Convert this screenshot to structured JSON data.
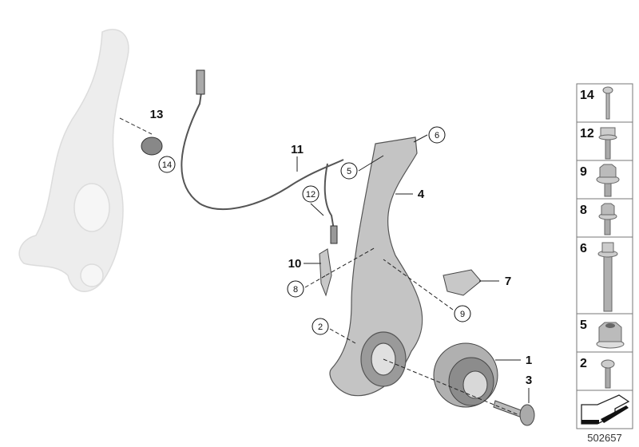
{
  "diagram": {
    "reference_number": "502657",
    "callouts": [
      {
        "id": "13",
        "style": "bold"
      },
      {
        "id": "14",
        "style": "circled"
      },
      {
        "id": "11",
        "style": "bold"
      },
      {
        "id": "6",
        "style": "circled"
      },
      {
        "id": "5",
        "style": "circled"
      },
      {
        "id": "4",
        "style": "bold"
      },
      {
        "id": "12",
        "style": "circled"
      },
      {
        "id": "10",
        "style": "bold"
      },
      {
        "id": "8",
        "style": "circled"
      },
      {
        "id": "7",
        "style": "bold"
      },
      {
        "id": "9",
        "style": "circled"
      },
      {
        "id": "2",
        "style": "circled"
      },
      {
        "id": "1",
        "style": "bold"
      },
      {
        "id": "3",
        "style": "bold"
      }
    ],
    "fastener_legend": [
      "14",
      "12",
      "9",
      "8",
      "6",
      "5",
      "2"
    ],
    "colors": {
      "part_fill": "#c8c8c8",
      "ghost_fill": "#ececec",
      "line": "#222222"
    }
  }
}
